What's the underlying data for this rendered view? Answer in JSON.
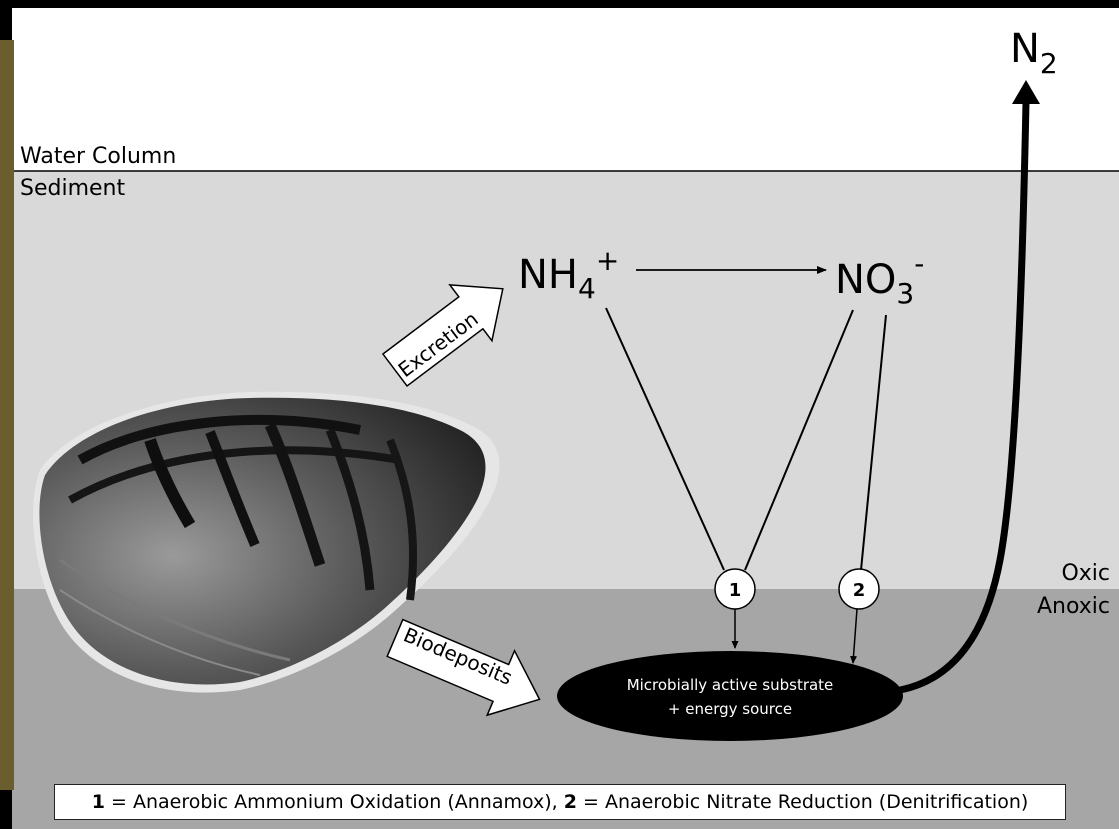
{
  "zones": {
    "water_column": "Water Column",
    "sediment": "Sediment",
    "oxic": "Oxic",
    "anoxic": "Anoxic"
  },
  "species": {
    "nh4_main": "NH",
    "nh4_sub": "4",
    "nh4_sup": "+",
    "no3_main": "NO",
    "no3_sub": "3",
    "no3_sup": "-",
    "n2_main": "N",
    "n2_sub": "2"
  },
  "arrows": {
    "excretion": "Excretion",
    "biodeposits": "Biodeposits"
  },
  "processes": {
    "p1": "1",
    "p2": "2"
  },
  "substrate": {
    "line1": "Microbially active substrate",
    "line2": "+ energy source"
  },
  "legend": {
    "num1": "1",
    "text1": " = Anaerobic Ammonium Oxidation (Annamox), ",
    "num2": "2",
    "text2": " = Anaerobic Nitrate Reduction (Denitrification)"
  },
  "colors": {
    "water": "#ffffff",
    "oxic_sediment": "#d9d9d9",
    "anoxic_sediment": "#a6a6a6",
    "frame": "#000000",
    "substrate": "#000000"
  }
}
